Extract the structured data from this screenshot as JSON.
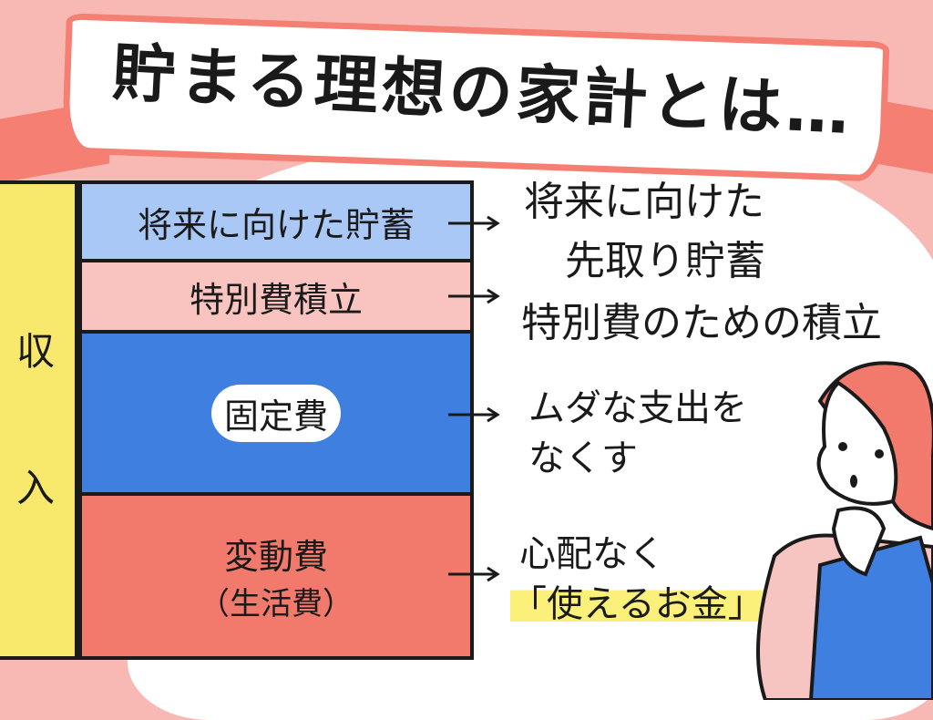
{
  "title": "貯まる理想の家計とは…",
  "income_label": [
    "収",
    "入"
  ],
  "rows": [
    {
      "label": "将来に向けた貯蓄",
      "color": "#a9c8f5"
    },
    {
      "label": "特別費積立",
      "color": "#f9c4c0"
    },
    {
      "label": "固定費",
      "color": "#3f7fe0"
    },
    {
      "label": "変動費",
      "sub": "（生活費）",
      "color": "#f27a6c"
    }
  ],
  "notes": [
    {
      "line1": "将来に向けた",
      "line2": "先取り貯蓄"
    },
    {
      "line1": "特別費のための積立"
    },
    {
      "line1": "ムダな支出を",
      "line2": "なくす"
    },
    {
      "line1": "心配なく",
      "line2": "「使えるお金」"
    }
  ]
}
